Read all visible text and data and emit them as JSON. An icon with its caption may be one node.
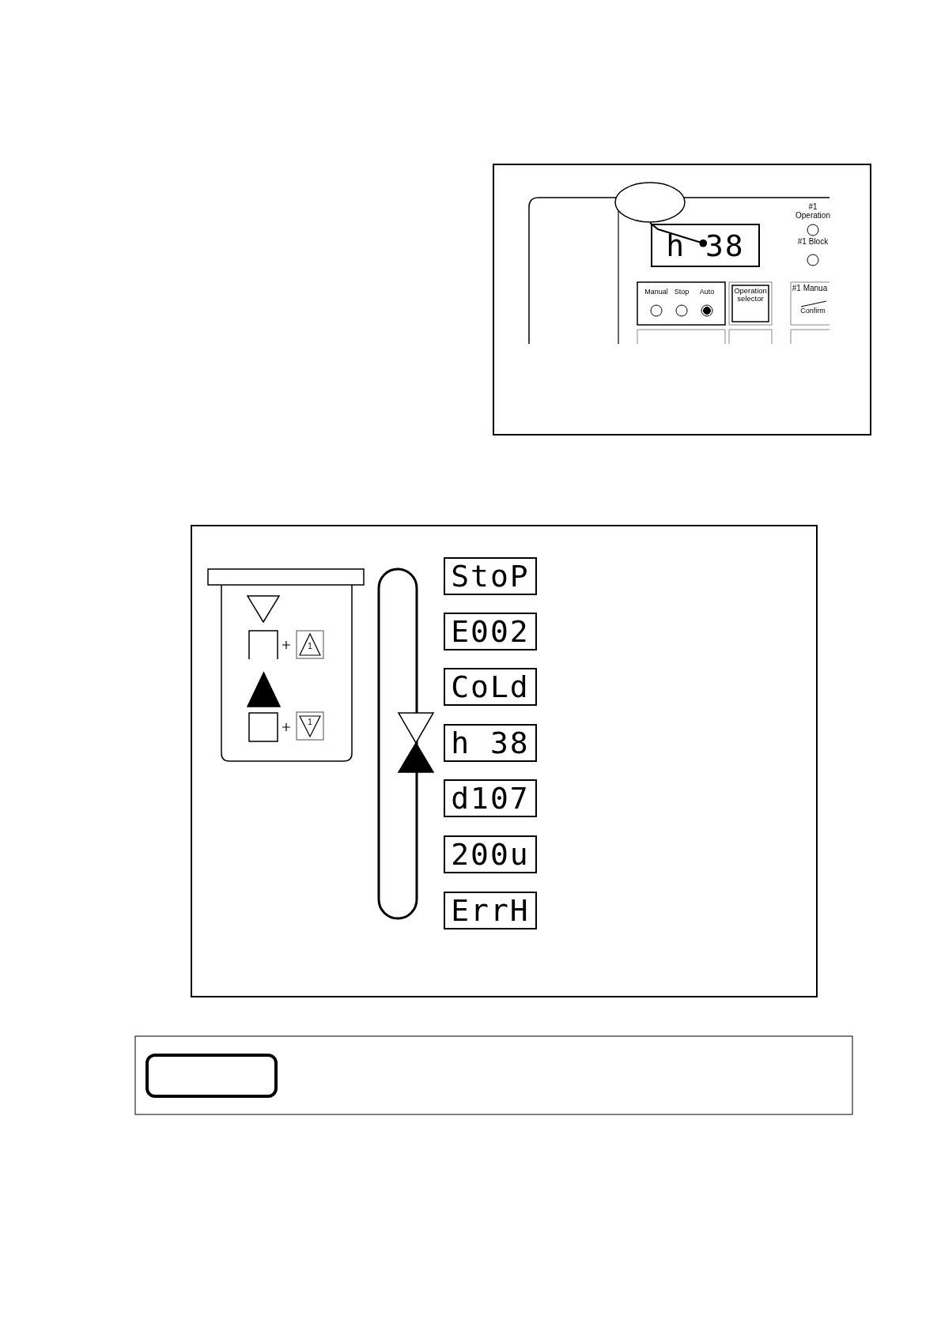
{
  "diagram": {
    "nodes": [
      {
        "text": [],
        "shape": "ellipse"
      },
      {
        "text": [
          "h 38"
        ]
      },
      {
        "text": [
          "StoP"
        ]
      },
      {
        "text": [
          "E002"
        ]
      },
      {
        "text": [
          "CoLd"
        ]
      },
      {
        "text": [
          "h 38"
        ]
      },
      {
        "text": [
          "d107"
        ]
      },
      {
        "text": [
          "200u"
        ]
      },
      {
        "text": [
          "ErrH"
        ]
      },
      {
        "text": [],
        "shape": "box"
      }
    ],
    "edges": [
      {
        "from": 0,
        "to": 1,
        "arrow": "other"
      }
    ],
    "labels": [
      "#1 Operation",
      "#1 Block",
      "Manual",
      "Stop",
      "Auto",
      "Operation selector",
      "#1 Manua",
      "Confirm",
      "1",
      "1"
    ]
  }
}
